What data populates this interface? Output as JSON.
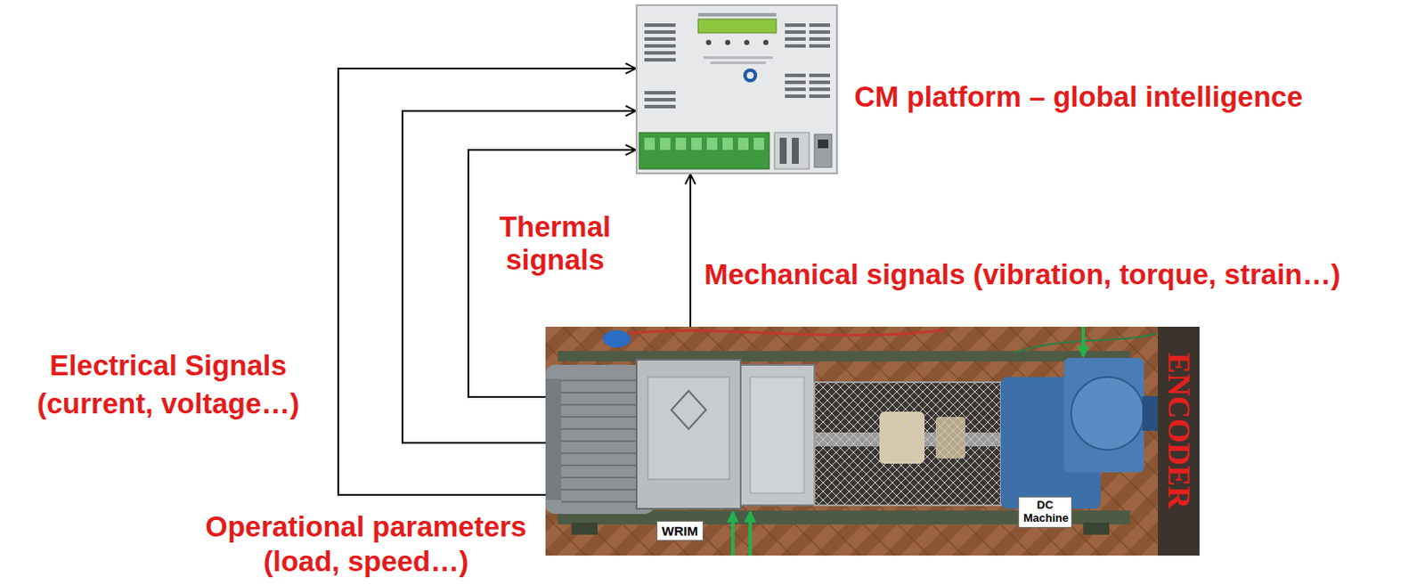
{
  "diagram": {
    "nodes": [
      {
        "text": [
          "CM platform – global intelligence"
        ]
      },
      {
        "text": [
          "WRIM",
          "DC Machine",
          "ENCODER"
        ]
      }
    ],
    "edges": [
      {
        "from": 1,
        "to": 0,
        "arrow": "to",
        "label": "Operational parameters (load, speed…)"
      },
      {
        "from": 1,
        "to": 0,
        "arrow": "to",
        "label": "Electrical Signals (current, voltage…)"
      },
      {
        "from": 1,
        "to": 0,
        "arrow": "to",
        "label": "Thermal signals"
      },
      {
        "from": 1,
        "to": 0,
        "arrow": "to",
        "label": "Mechanical signals (vibration, torque, strain…)"
      }
    ]
  }
}
